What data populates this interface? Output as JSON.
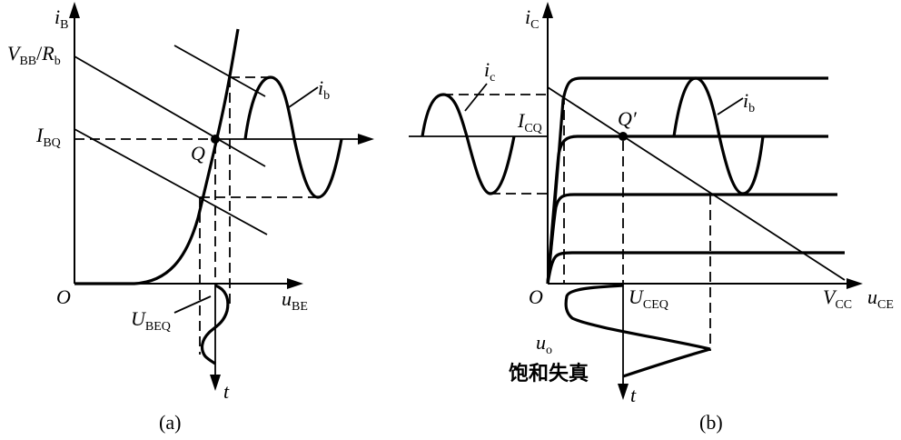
{
  "panel_a": {
    "y_axis": {
      "main": "i",
      "sub": "B"
    },
    "x_axis": {
      "main": "u",
      "sub": "BE"
    },
    "origin": "O",
    "t_label": "t",
    "vbb_label": {
      "p1": "V",
      "s1": "BB",
      "slash": "/",
      "p2": "R",
      "s2": "b"
    },
    "ibq_label": {
      "main": "I",
      "sub": "BQ"
    },
    "ubeq_label": {
      "main": "U",
      "sub": "BEQ"
    },
    "q_label": "Q",
    "ib_label": {
      "main": "i",
      "sub": "b"
    },
    "caption": "(a)"
  },
  "panel_b": {
    "y_axis": {
      "main": "i",
      "sub": "C"
    },
    "x_axis": {
      "main": "u",
      "sub": "CE"
    },
    "origin": "O",
    "t_label": "t",
    "ic_label": {
      "main": "i",
      "sub": "c"
    },
    "icq_label": {
      "main": "I",
      "sub": "CQ"
    },
    "q_label": "Q′",
    "ib_label": {
      "main": "i",
      "sub": "b"
    },
    "uceq_label": {
      "main": "U",
      "sub": "CEQ"
    },
    "vcc_label": {
      "main": "V",
      "sub": "CC"
    },
    "uo_label": {
      "main": "u",
      "sub": "o"
    },
    "distortion_label": "饱和失真",
    "caption": "(b)"
  }
}
